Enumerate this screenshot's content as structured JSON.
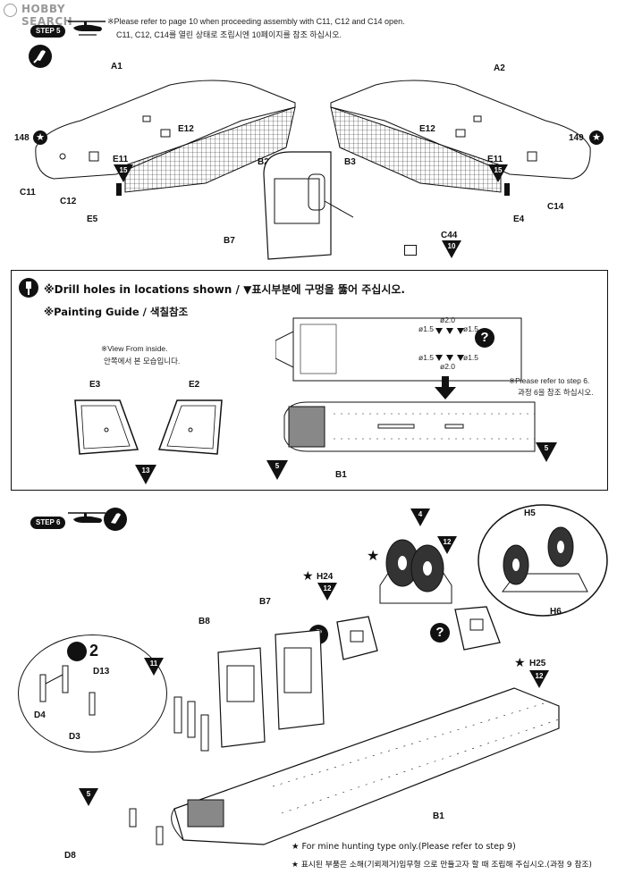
{
  "header": {
    "logo_text": "HOBBY SEARCH",
    "logo_icon": "hobbysearch-circle-icon"
  },
  "step5": {
    "badge": "STEP 5",
    "note_en": "※Please refer to page 10 when proceeding assembly with C11, C12 and C14 open.",
    "note_kr": "C11, C12, C14를 열린 상태로 조립시엔 10페이지를 참조 하십시오.",
    "left_labels": {
      "a": "A1",
      "e12": "E12",
      "e11": "E11",
      "num": "148",
      "c11": "C11",
      "c12": "C12",
      "e5": "E5",
      "b2": "B2",
      "badge": "15"
    },
    "right_labels": {
      "a": "A2",
      "e12": "E12",
      "e11": "E11",
      "num": "149",
      "c14": "C14",
      "e4": "E4",
      "b3": "B3",
      "badge": "15"
    },
    "center_labels": {
      "b7": "B7",
      "c44": "C44",
      "c44_badge": "10"
    }
  },
  "drill_box": {
    "title_en": "Drill holes in locations shown /",
    "title_kr": "▼표시부분에 구멍을 뚫어 주십시오.",
    "painting": "※Painting Guide / 색칠참조",
    "view_note_en": "※View From inside.",
    "view_note_kr": "안쪽에서 본 모습입니다.",
    "e3": "E3",
    "e2": "E2",
    "badge_13": "13",
    "ref_note_en": "※Please refer to step 6.",
    "ref_note_kr": "과정 6을 참조 하십시오.",
    "b1": "B1",
    "badge_5a": "5",
    "badge_5b": "5",
    "dims": {
      "d1": "ø2.0",
      "d2": "ø1.5",
      "d3": "ø1.5",
      "d4": "ø1.5",
      "d5": "ø1.5",
      "d6": "ø2.0"
    }
  },
  "step6": {
    "badge": "STEP 6",
    "labels": {
      "badge_4": "4",
      "badge_12a": "12",
      "h24": "H24",
      "badge_12b": "12",
      "h5": "H5",
      "h6": "H6",
      "b7": "B7",
      "b8": "B8",
      "h25": "H25",
      "badge_12c": "12",
      "badge_11": "11",
      "two": "2",
      "d13": "D13",
      "d4": "D4",
      "d3": "D3",
      "badge_5": "5",
      "d8": "D8",
      "b1": "B1"
    }
  },
  "footnotes": {
    "line1": "For mine hunting type only.(Please refer to step 9)",
    "line2": "표시된 부품은 소해(기뢰제거)임무형 으로 만들고자 할 때 조립해 주십시오.(과정 9 참조)"
  },
  "colors": {
    "ink": "#111111",
    "paper": "#ffffff",
    "gray": "#999999"
  }
}
